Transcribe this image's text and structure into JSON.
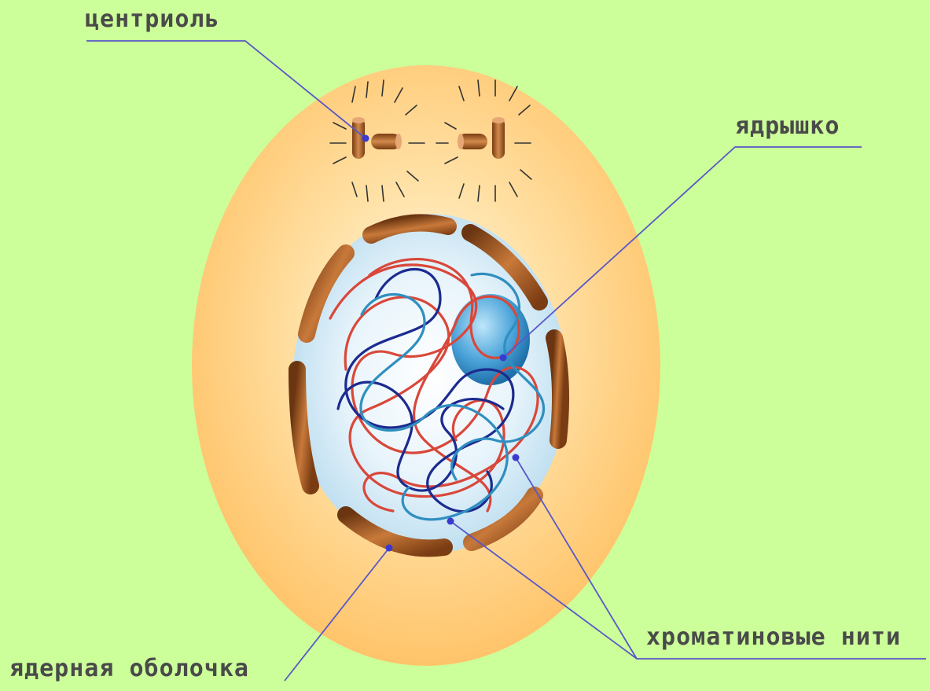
{
  "labels": {
    "centriole": "центриоль",
    "nucleolus": "ядрышко",
    "nuclear_envelope": "ядерная оболочка",
    "chromatin": "хроматиновые нити"
  },
  "colors": {
    "background": "#ccff99",
    "cytoplasm": "#ffd07a",
    "nucleus": "#d6ecf7",
    "envelope_segment": "#a35a1e",
    "nucleolus": "#4aa3d9",
    "chromatin_red": "#d9473a",
    "chromatin_dark_blue": "#1b2b8f",
    "chromatin_light_blue": "#2f8fc0",
    "leader_line": "#5858c8",
    "label_text": "#4a4a4a"
  }
}
